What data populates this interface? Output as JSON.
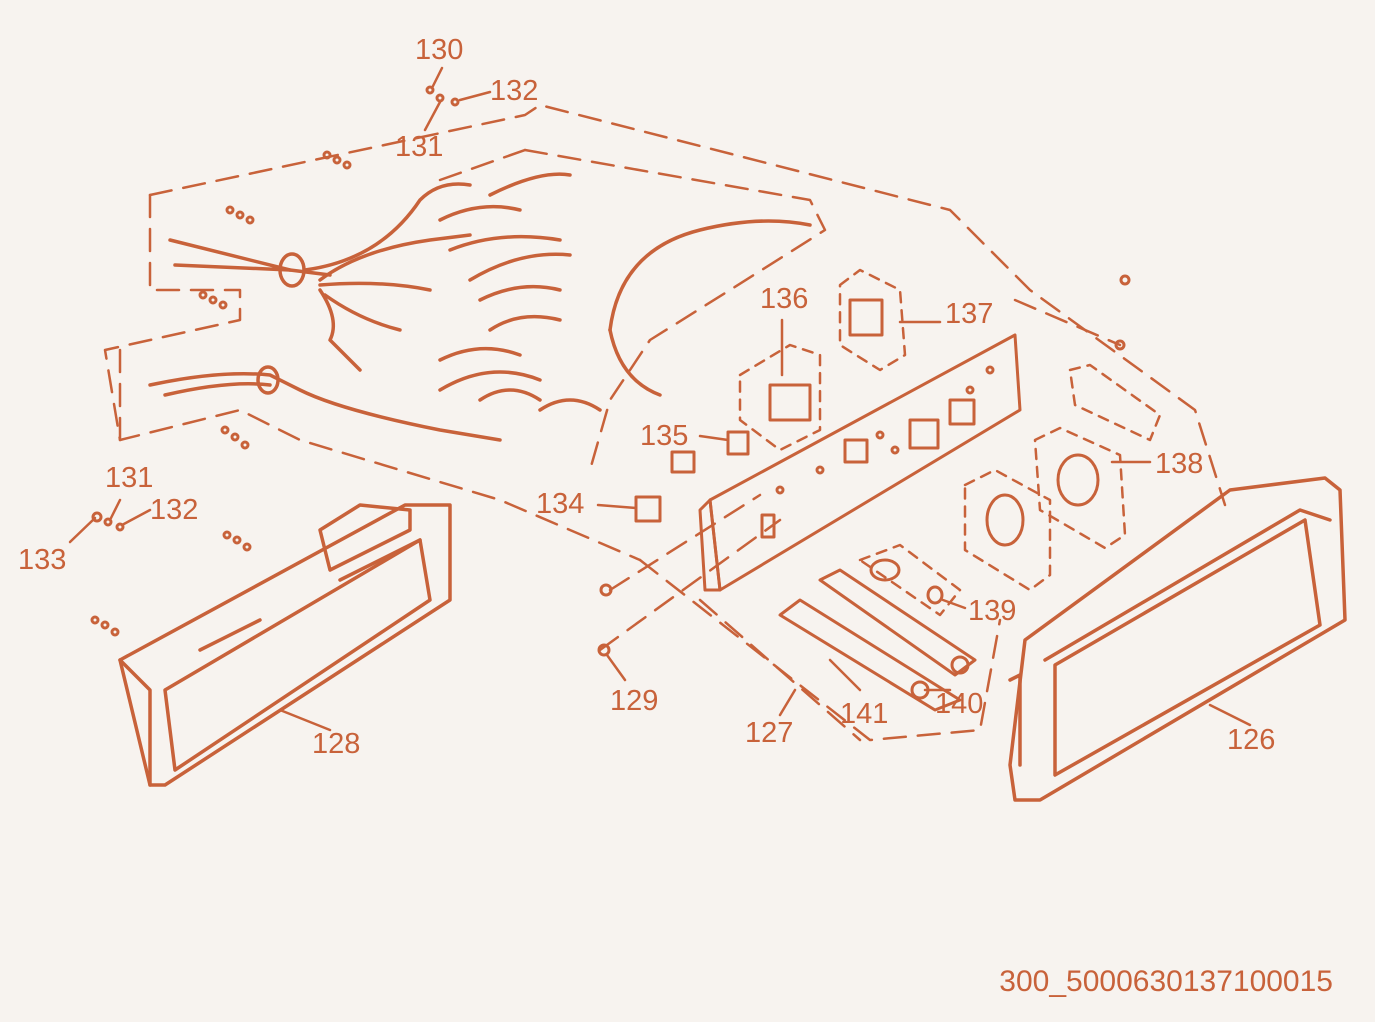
{
  "diagram": {
    "line_color": "#c8623a",
    "background": "#f7f3ef",
    "callouts": {
      "p130": "130",
      "p132a": "132",
      "p131a": "131",
      "p136": "136",
      "p137": "137",
      "p135": "135",
      "p138": "138",
      "p131b": "131",
      "p132b": "132",
      "p133": "133",
      "p134": "134",
      "p139": "139",
      "p129": "129",
      "p141": "141",
      "p140": "140",
      "p127": "127",
      "p128": "128",
      "p126": "126"
    },
    "drawing_code": "300_5000630137100015"
  }
}
